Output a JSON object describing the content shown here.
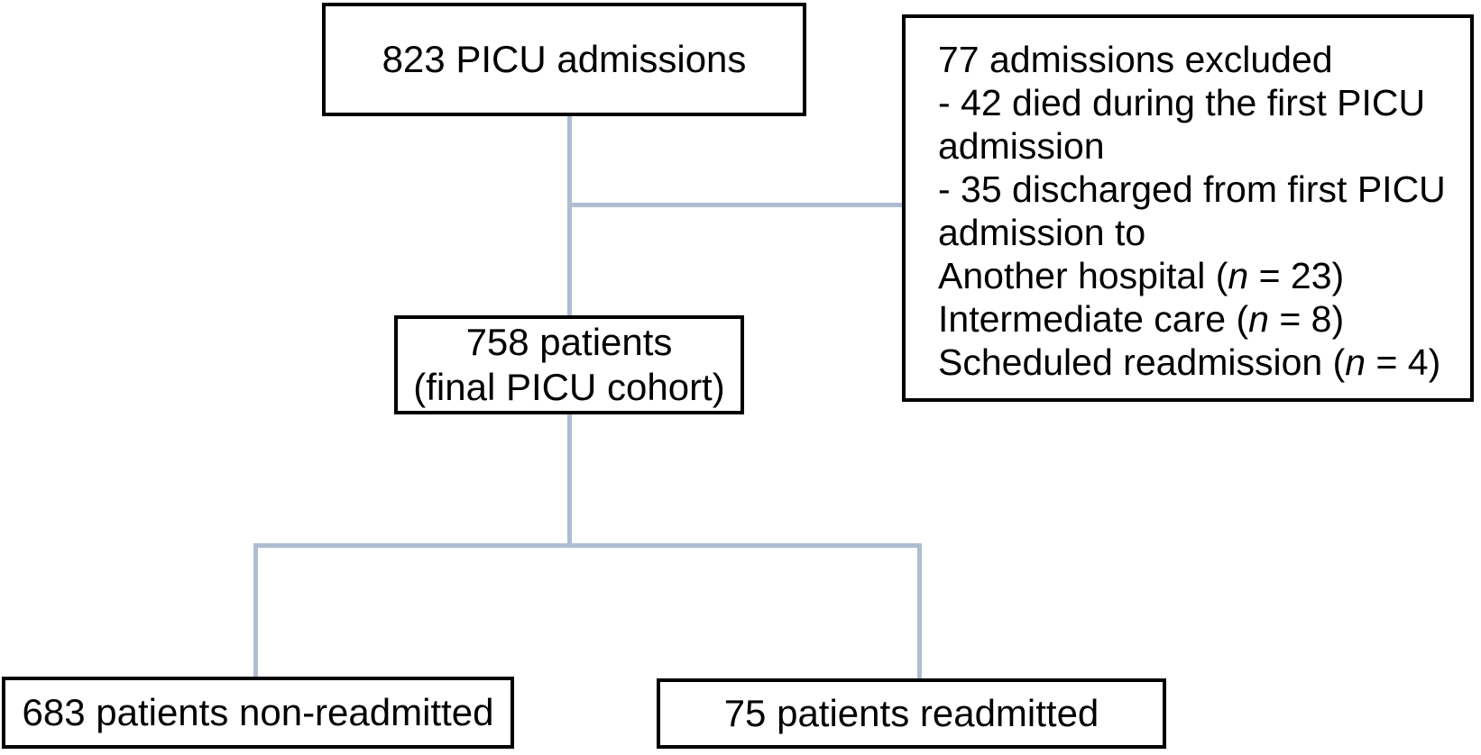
{
  "boxes": {
    "admissions": {
      "label": "823 PICU admissions"
    },
    "exclusion": {
      "lines": [
        {
          "pre": "77 admissions excluded",
          "italic": "",
          "post": ""
        },
        {
          "pre": "- 42 died during the first PICU",
          "italic": "",
          "post": ""
        },
        {
          "pre": "admission",
          "italic": "",
          "post": ""
        },
        {
          "pre": "- 35 discharged from first PICU",
          "italic": "",
          "post": ""
        },
        {
          "pre": "admission to",
          "italic": "",
          "post": ""
        },
        {
          "pre": "Another hospital (",
          "italic": "n",
          "post": " = 23)"
        },
        {
          "pre": "Intermediate care (",
          "italic": "n",
          "post": " = 8)"
        },
        {
          "pre": "Scheduled readmission (",
          "italic": "n",
          "post": " = 4)"
        }
      ]
    },
    "cohort": {
      "line1": "758 patients",
      "line2": "(final PICU cohort)"
    },
    "non_readmitted": {
      "label": "683 patients non-readmitted"
    },
    "readmitted": {
      "label": "75 patients readmitted"
    }
  },
  "colors": {
    "background": "#ffffff",
    "border": "#000000",
    "text": "#000000",
    "connector": "#aebdd1"
  }
}
